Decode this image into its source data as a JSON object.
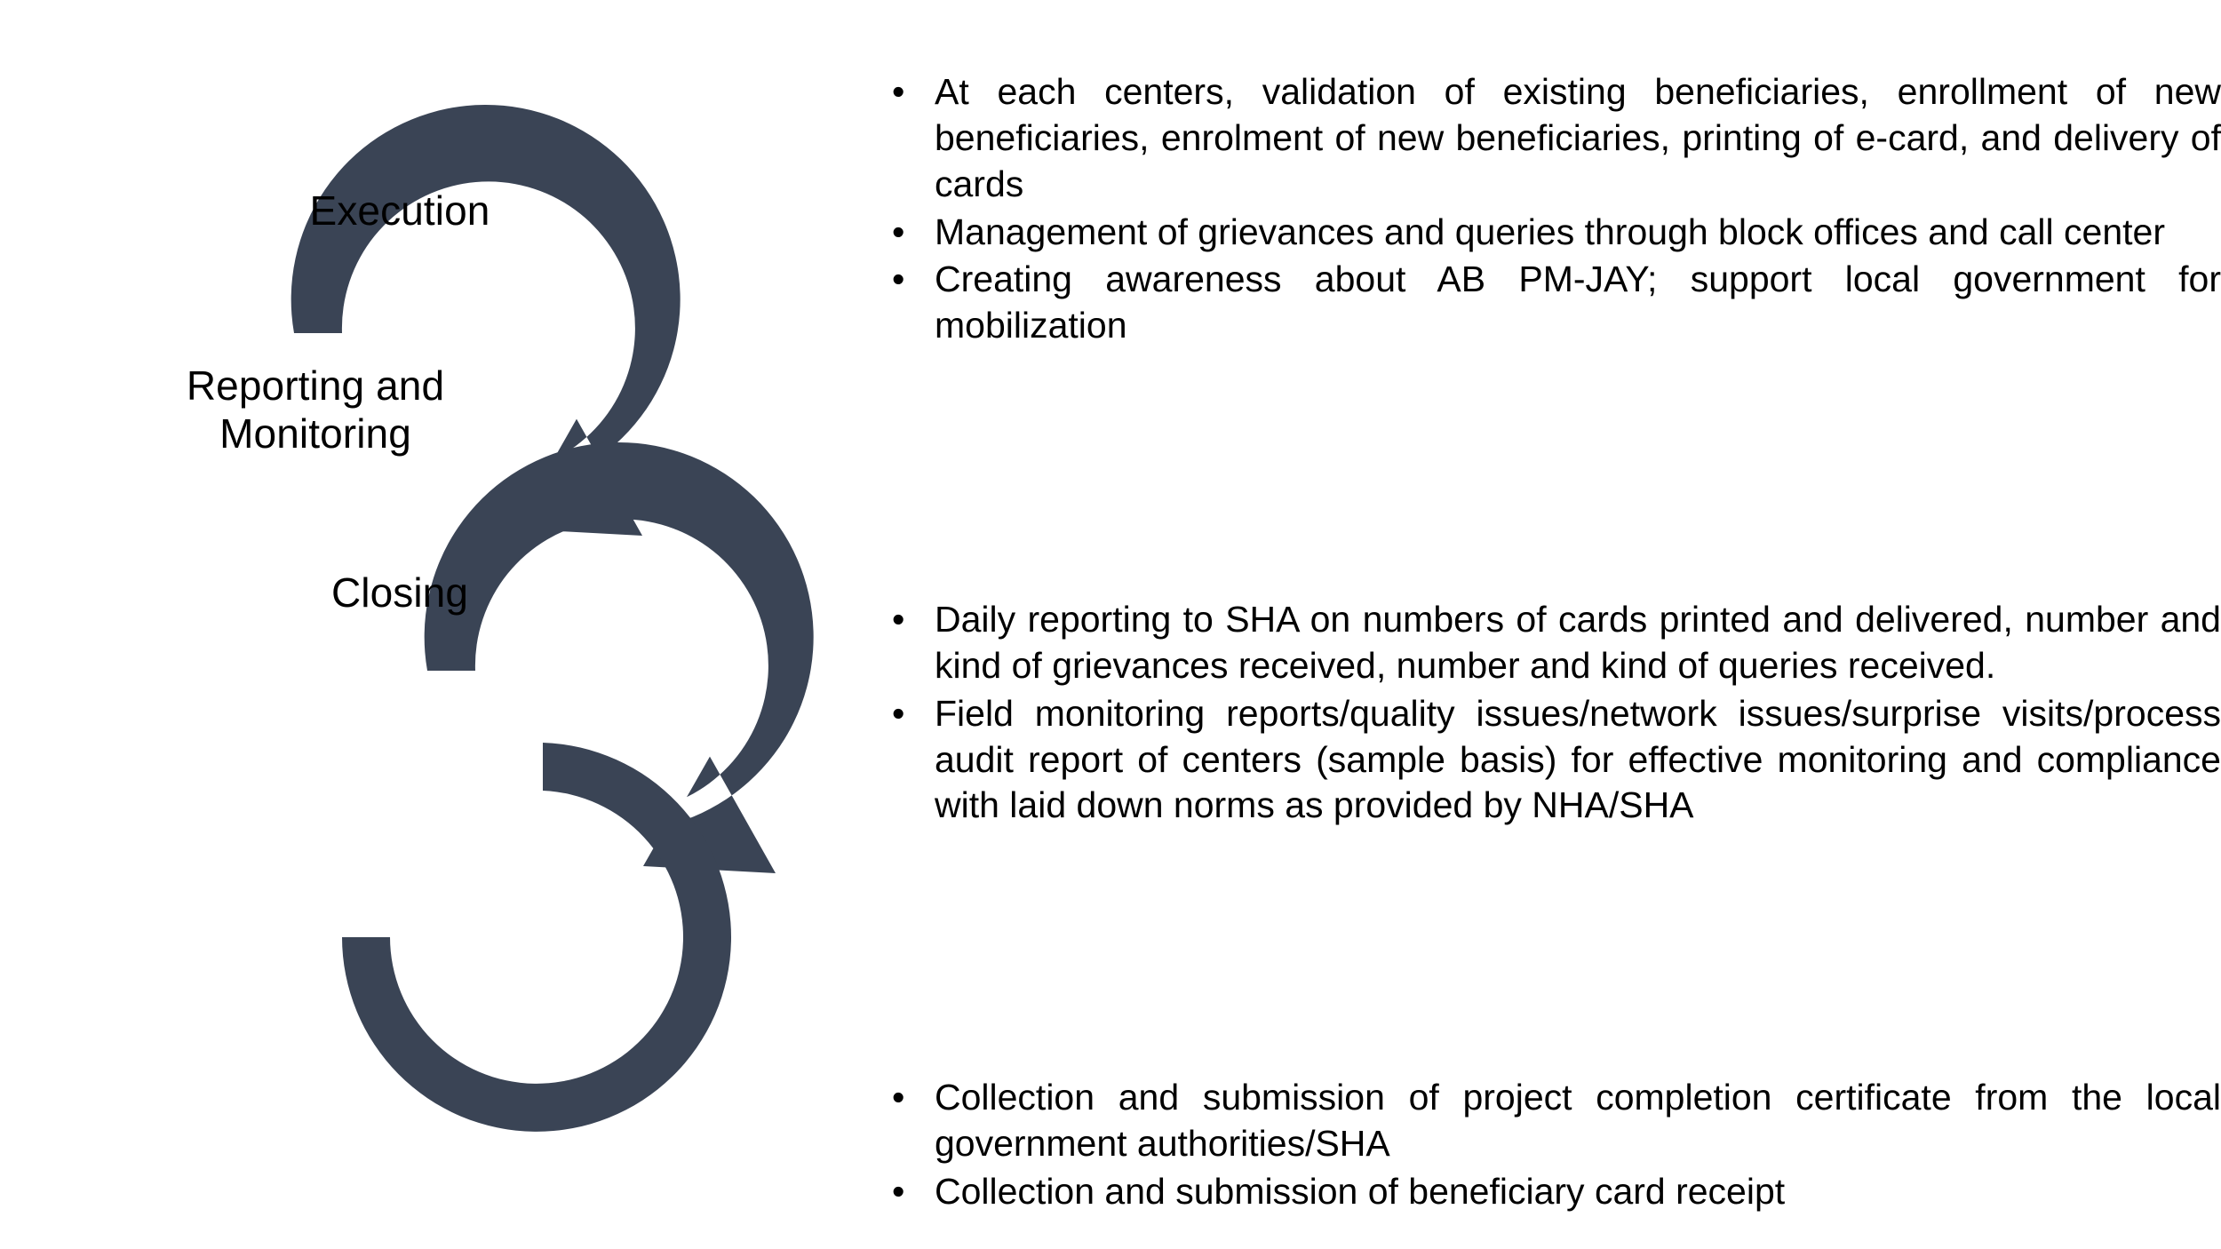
{
  "theme": {
    "arrow_color": "#3a4455",
    "background": "#ffffff",
    "text_color": "#000000"
  },
  "diagram": {
    "name": "project-lifecycle-cycle-diagram",
    "stages": [
      {
        "id": "execution",
        "label": "Execution"
      },
      {
        "id": "reporting",
        "label": "Reporting and\nMonitoring"
      },
      {
        "id": "closing",
        "label": "Closing"
      }
    ]
  },
  "content": {
    "groups": [
      {
        "id": "execution-details",
        "bullet_char": "•",
        "items": [
          "At each centers, validation of existing beneficiaries, enrollment of new beneficiaries, enrolment of new beneficiaries, printing of e-card, and delivery of cards",
          "Management of grievances and queries through block offices and call center",
          "Creating awareness about AB PM-JAY; support local government for mobilization"
        ]
      },
      {
        "id": "reporting-details",
        "bullet_char": "•",
        "items": [
          "Daily reporting to SHA on numbers of cards printed and delivered, number and kind of grievances received, number and kind of queries received.",
          "Field monitoring reports/quality issues/network issues/surprise visits/process audit report of centers (sample basis) for effective monitoring and compliance with laid down norms as provided by NHA/SHA"
        ]
      },
      {
        "id": "closing-details",
        "bullet_char": "•",
        "items": [
          "Collection and submission of project completion certificate from the local government authorities/SHA",
          "Collection and submission of beneficiary card receipt"
        ]
      }
    ]
  }
}
